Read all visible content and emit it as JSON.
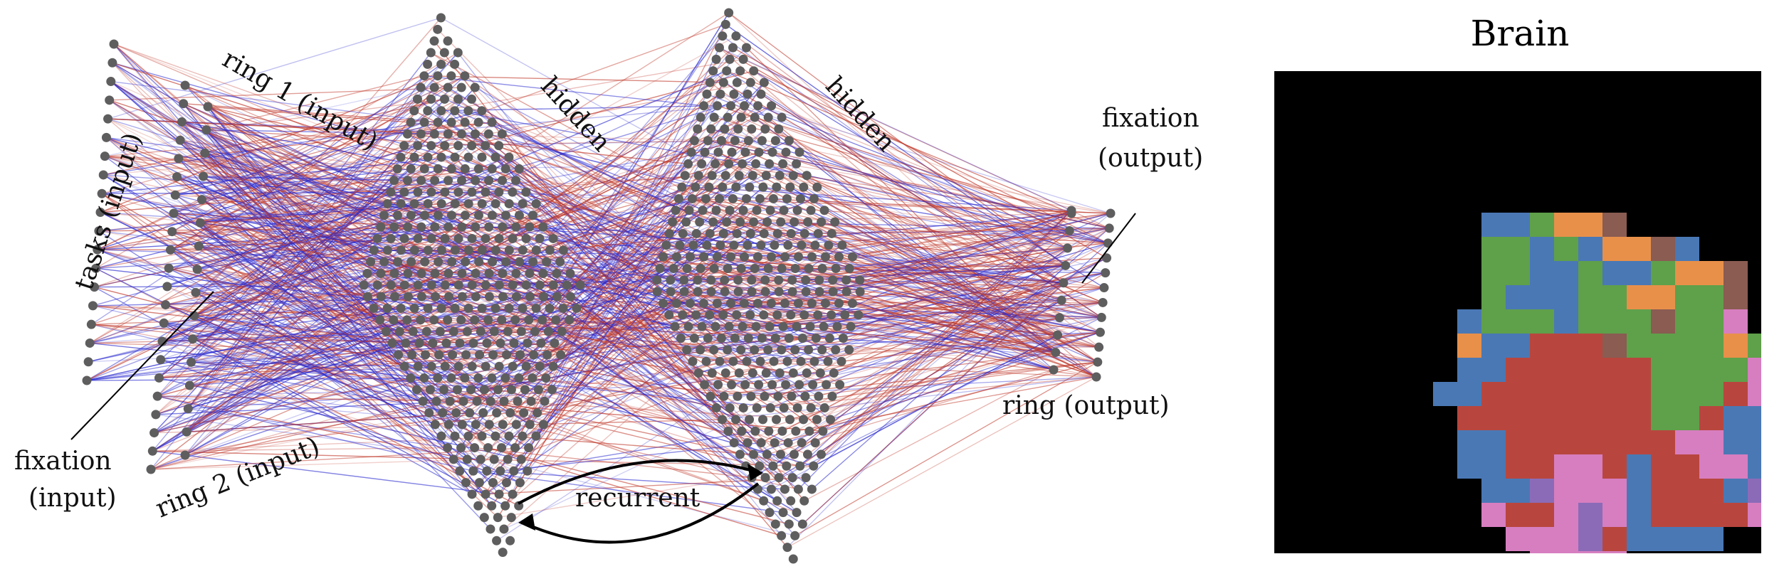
{
  "network": {
    "labels": {
      "tasks_input": "tasks (input)",
      "ring1_input": "ring 1 (input)",
      "hidden_1": "hidden",
      "hidden_2": "hidden",
      "fixation_output_line1": "fixation",
      "fixation_output_line2": "(output)",
      "ring_output": "ring (output)",
      "fixation_input_line1": "fixation",
      "fixation_input_line2": "(input)",
      "ring2_input": "ring 2 (input)",
      "recurrent": "recurrent"
    },
    "colors": {
      "node": "#5e5e5e",
      "excitatory": "#c0392b",
      "inhibitory": "#2a2ad0",
      "label": "#111111"
    }
  },
  "brain": {
    "title": "Brain",
    "background": "#000000",
    "palette": {
      "B": "#4a78b5",
      "G": "#5fa04a",
      "O": "#e8904a",
      "N": "#8a5c52",
      "R": "#b8463e",
      "P": "#d77ec0",
      "V": "#8b6bb8"
    },
    "grid": [
      "...........................",
      "...........................",
      "...........................",
      "...........................",
      "...........................",
      "...........................",
      ".........BBGOON............",
      ".........GGBGBOONB..........",
      ".........GGBBGBBGOON........",
      ".........GBBBGGOOGGN........",
      "........BGGGBGGGNGGP........",
      "........OBBRRRNGGGGOGP......",
      "........BBRRRRRRGGGGPPV.....",
      ".......BBRRRRRRRGGGRPBBR....",
      "........RRRRRRRRGGRBBRR.....",
      "........BBRRRRRRRPPBBGBP....",
      "........BBRRPPRBRRPPBRR.....",
      ".........BBVPPPBRRRBVRR.....",
      ".........PRRPVPBRRRRPB......",
      "..........PPPVRBBBB.........",
      "...........PPPP.............",
      "............P...............",
      "...........................",
      "..........................."
    ]
  }
}
